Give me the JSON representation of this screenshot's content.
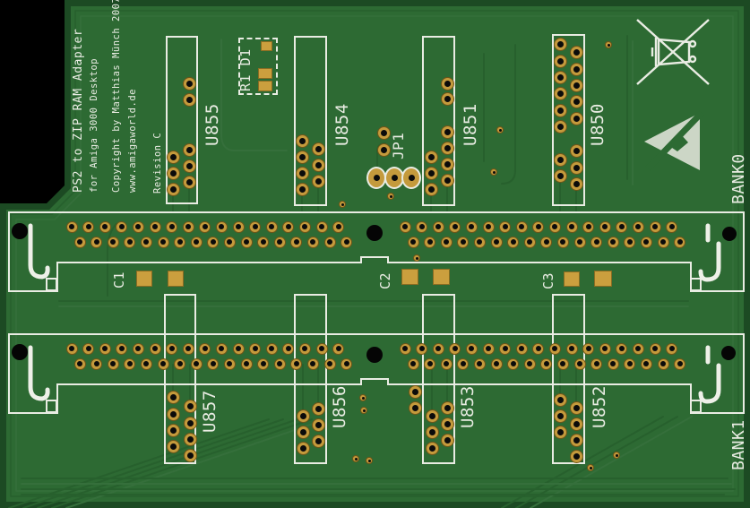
{
  "silkscreen": {
    "title_lines": [
      "PS2 to ZIP RAM Adapter",
      "for Amiga 3000 Desktop",
      "Copyright by Matthias Münch 2007",
      "www.amigaworld.de",
      "Revision C"
    ]
  },
  "components": {
    "ics": [
      {
        "ref": "U855"
      },
      {
        "ref": "U854"
      },
      {
        "ref": "U851"
      },
      {
        "ref": "U850"
      },
      {
        "ref": "U857"
      },
      {
        "ref": "U856"
      },
      {
        "ref": "U853"
      },
      {
        "ref": "U852"
      }
    ],
    "banks": [
      {
        "label": "BANK0"
      },
      {
        "label": "BANK1"
      }
    ],
    "capacitors": [
      {
        "ref": "C1"
      },
      {
        "ref": "C2"
      },
      {
        "ref": "C3"
      }
    ],
    "jumper": {
      "ref": "JP1"
    },
    "resistor_diode_block": {
      "ref": "R1 D1"
    }
  },
  "icons": {
    "weee": "weee-crossed-out-bin-icon",
    "esd": "esd-protection-warning-icon"
  },
  "colors": {
    "background": "#000000",
    "board": "#2d6a33",
    "board_edge": "#1c4a23",
    "silkscreen": "#e9ece3",
    "pad_gold": "#c49a3c",
    "drill_hole": "#0b0b0b",
    "trace_dark": "#27602d",
    "trace_light": "#3a7a40"
  }
}
